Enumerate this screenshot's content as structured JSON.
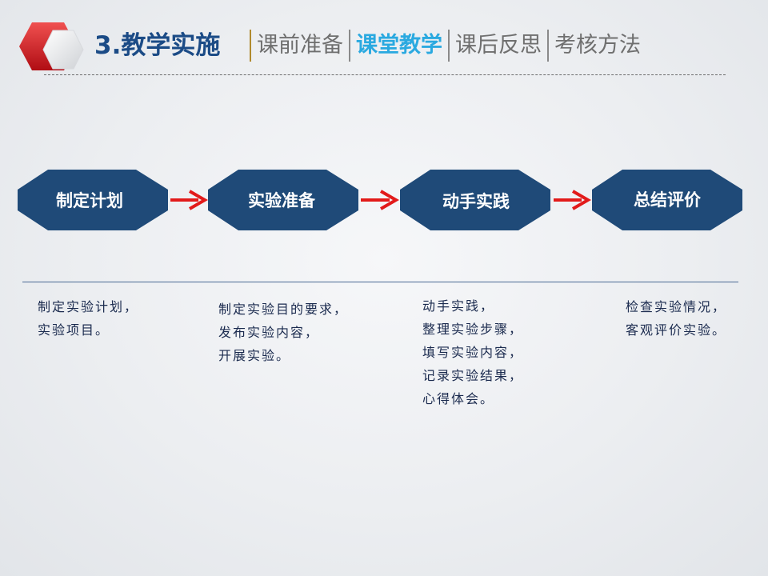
{
  "header": {
    "title": "3.教学实施",
    "nav": [
      {
        "label": "课前准备",
        "active": false
      },
      {
        "label": "课堂教学",
        "active": true
      },
      {
        "label": "课后反思",
        "active": false
      },
      {
        "label": "考核方法",
        "active": false
      }
    ]
  },
  "flow": {
    "steps": [
      {
        "label": "制定计划"
      },
      {
        "label": "实验准备"
      },
      {
        "label": "动手实践"
      },
      {
        "label": "总结评价"
      }
    ],
    "colors": {
      "step_fill": "#1f4a78",
      "arrow": "#e21a1a"
    }
  },
  "descriptions": [
    {
      "lines": [
        "制定实验计划，",
        "实验项目。"
      ]
    },
    {
      "lines": [
        "制定实验目的要求，",
        "发布实验内容，",
        "开展实验。"
      ]
    },
    {
      "lines": [
        "动手实践，",
        "整理实验步骤，",
        "填写实验内容，",
        "记录实验结果，",
        "心得体会。"
      ]
    },
    {
      "lines": [
        "检查实验情况，",
        "客观评价实验。"
      ]
    }
  ]
}
